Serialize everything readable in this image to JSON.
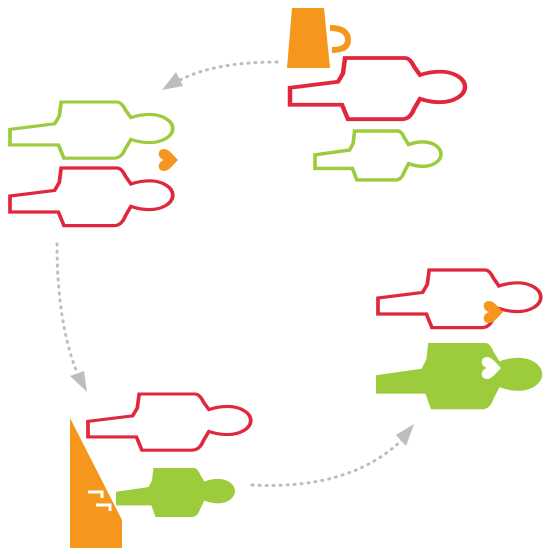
{
  "colors": {
    "red": "#e0283c",
    "green": "#9ccb3b",
    "orange": "#f5961d",
    "arrow": "#bdbdbd",
    "background": "#ffffff"
  },
  "stages": [
    {
      "id": "meeting",
      "figures": [
        {
          "kind": "person",
          "style": "outline",
          "color": "red"
        },
        {
          "kind": "person",
          "style": "outline",
          "color": "green"
        },
        {
          "kind": "cup",
          "style": "filled",
          "color": "orange"
        }
      ]
    },
    {
      "id": "falling-in-love",
      "figures": [
        {
          "kind": "person",
          "style": "outline",
          "color": "green"
        },
        {
          "kind": "person",
          "style": "outline",
          "color": "red"
        },
        {
          "kind": "heart-icon",
          "style": "filled",
          "color": "orange"
        }
      ]
    },
    {
      "id": "stairs",
      "figures": [
        {
          "kind": "person",
          "style": "outline",
          "color": "red"
        },
        {
          "kind": "person",
          "style": "filled",
          "color": "green"
        },
        {
          "kind": "stairs",
          "style": "filled",
          "color": "orange"
        }
      ]
    },
    {
      "id": "together",
      "figures": [
        {
          "kind": "person",
          "style": "outline",
          "color": "red",
          "heart": "orange"
        },
        {
          "kind": "person",
          "style": "filled",
          "color": "green",
          "heart": "white"
        }
      ]
    }
  ],
  "arrows": [
    {
      "from": "meeting",
      "to": "falling-in-love",
      "style": "dotted",
      "color": "arrow"
    },
    {
      "from": "falling-in-love",
      "to": "stairs",
      "style": "dotted",
      "color": "arrow"
    },
    {
      "from": "stairs",
      "to": "together",
      "style": "dotted",
      "color": "arrow"
    }
  ]
}
